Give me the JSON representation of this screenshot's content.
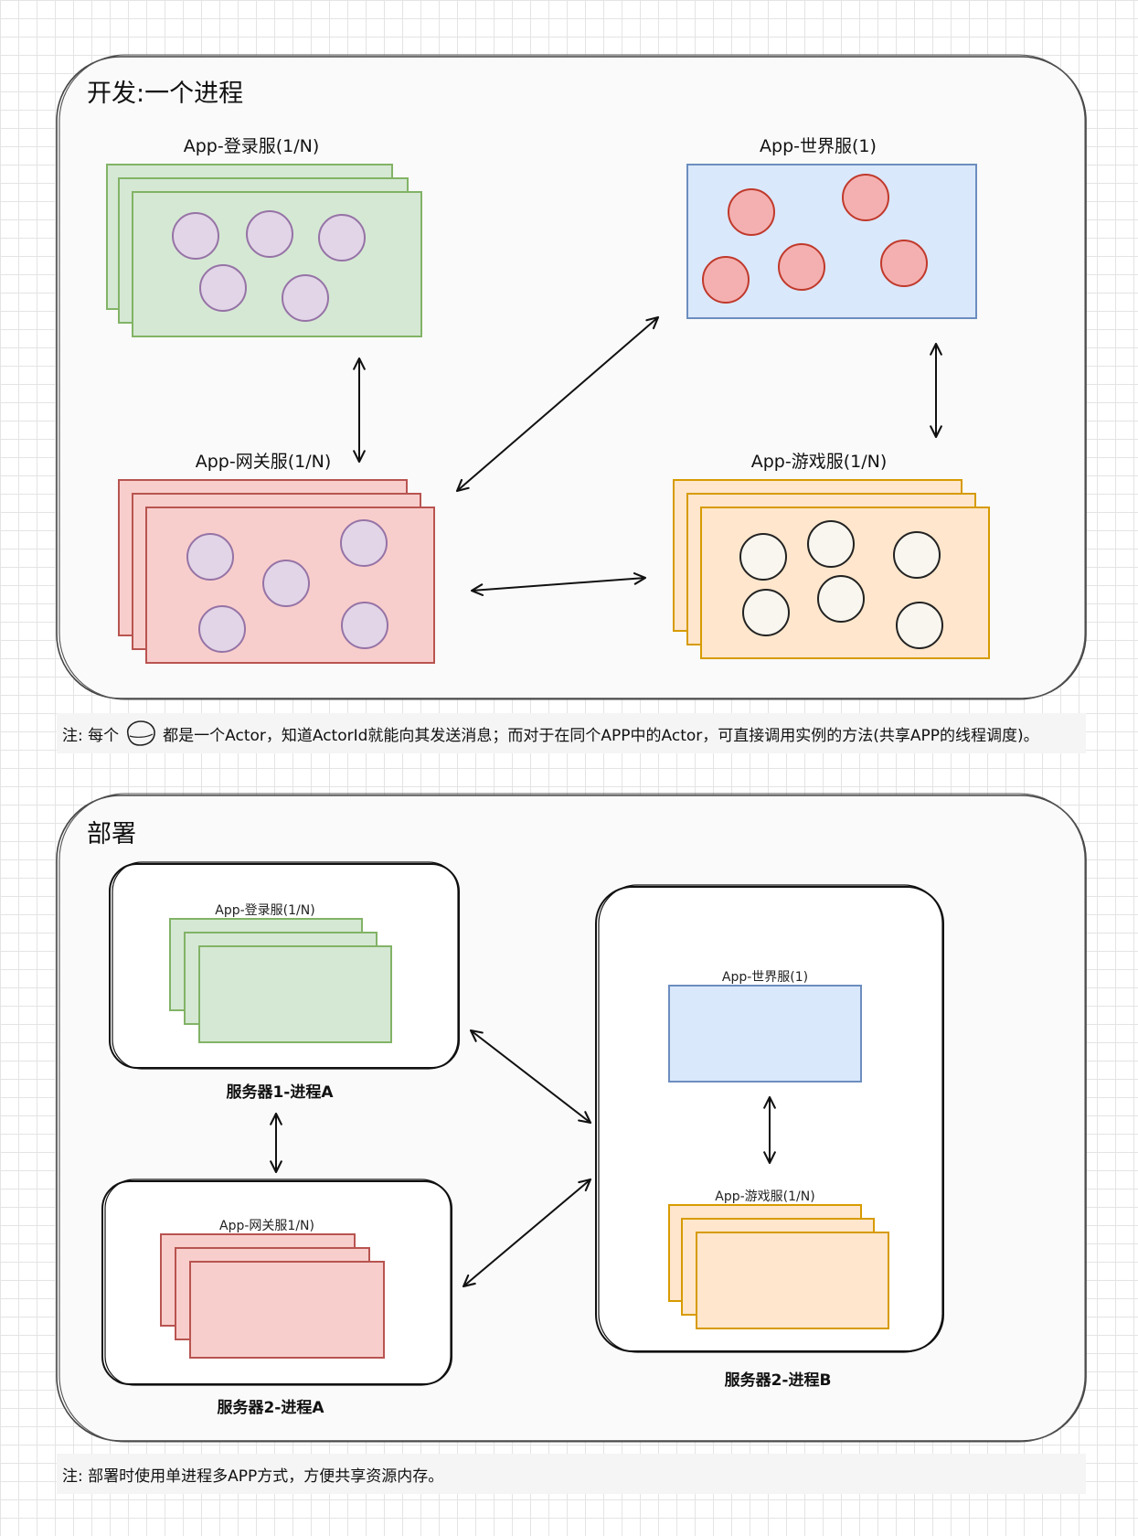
{
  "dev_section": {
    "title": "开发:一个进程",
    "apps": {
      "login": "App-登录服(1/N)",
      "world": "App-世界服(1)",
      "gateway": "App-网关服(1/N)",
      "game": "App-游戏服(1/N)"
    },
    "note_prefix": "注: 每个",
    "note_suffix": "都是一个Actor，知道ActorId就能向其发送消息；而对于在同个APP中的Actor，可直接调用实例的方法(共享APP的线程调度)。"
  },
  "deploy_section": {
    "title": "部署",
    "apps": {
      "login": "App-登录服(1/N)",
      "gateway": "App-网关服1/N)",
      "world": "App-世界服(1)",
      "game": "App-游戏服(1/N)"
    },
    "servers": {
      "s1a": "服务器1-进程A",
      "s2a": "服务器2-进程A",
      "s2b": "服务器2-进程B"
    },
    "note": "注: 部署时使用单进程多APP方式，方便共享资源内存。"
  },
  "colors": {
    "green_fill": "#d5e8d4",
    "green_stroke": "#82b366",
    "blue_fill": "#dae8fc",
    "blue_stroke": "#6c8ebf",
    "red_fill": "#f8cecc",
    "red_stroke": "#b85450",
    "orange_fill": "#ffe6cc",
    "orange_stroke": "#d79b00",
    "purple_fill": "#e1d5e7",
    "purple_stroke": "#9673a6",
    "actor_red_fill": "#f4b0b0",
    "actor_red_stroke": "#c0392b",
    "actor_white_fill": "#f8f6ef",
    "actor_white_stroke": "#222222"
  }
}
